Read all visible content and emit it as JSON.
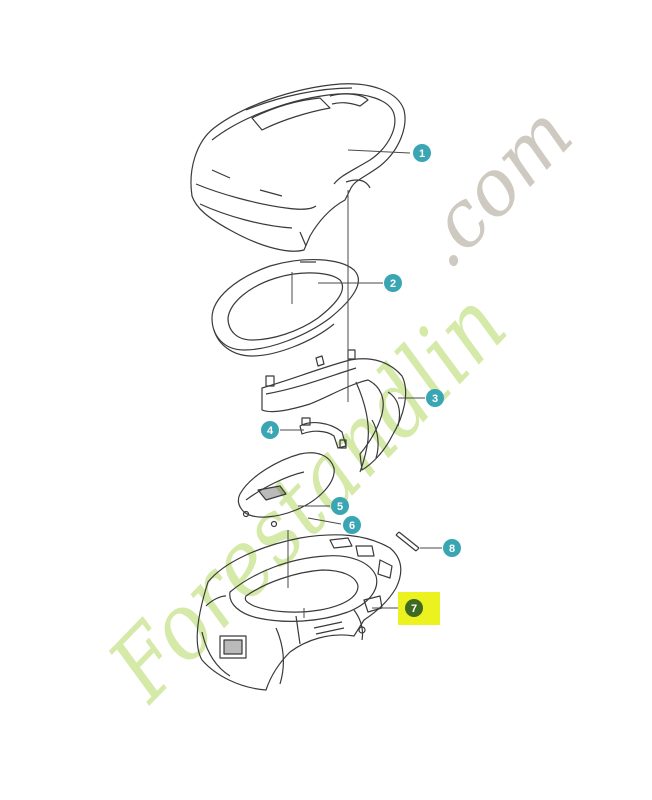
{
  "diagram": {
    "callouts": [
      {
        "number": "1"
      },
      {
        "number": "2"
      },
      {
        "number": "3"
      },
      {
        "number": "4"
      },
      {
        "number": "5"
      },
      {
        "number": "6"
      },
      {
        "number": "7",
        "highlighted": true
      },
      {
        "number": "8"
      }
    ],
    "watermark_green": "Forestandlin",
    "watermark_gray": ".com"
  },
  "colors": {
    "callout_teal": "#3aa6b3",
    "highlight_yellow": "#ecf21f",
    "highlight_callout_green": "#3f6a22",
    "line_art": "#3a3a3a",
    "watermark_green": "#d5e9a8",
    "watermark_gray": "#cfcac1"
  }
}
